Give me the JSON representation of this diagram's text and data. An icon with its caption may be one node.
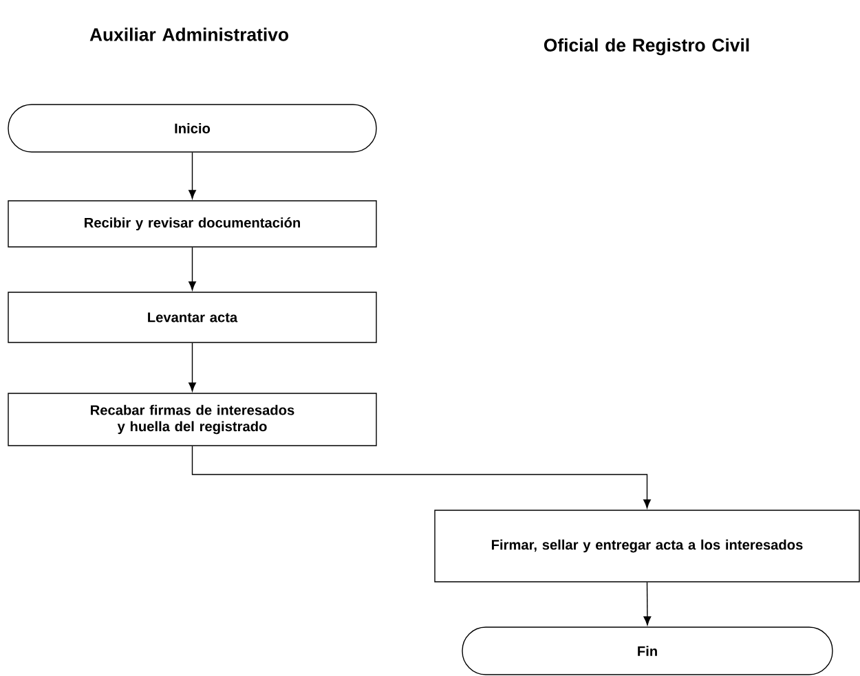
{
  "diagram": {
    "nodes": [
      {
        "text": [
          "Inicio"
        ]
      },
      {
        "text": [
          "Recibir y revisar documentación"
        ]
      },
      {
        "text": [
          "Levantar acta"
        ]
      },
      {
        "text": [
          "Recabar firmas de interesados y huella del registrado"
        ]
      },
      {
        "text": [
          "Firmar, sellar y entregar acta a los interesados"
        ]
      },
      {
        "text": [
          "Fin"
        ]
      }
    ],
    "edges": [
      {
        "from": 0,
        "to": 1,
        "arrow": "to"
      },
      {
        "from": 1,
        "to": 2,
        "arrow": "to"
      },
      {
        "from": 2,
        "to": 3,
        "arrow": "to"
      },
      {
        "from": 3,
        "to": 4,
        "arrow": "to"
      },
      {
        "from": 4,
        "to": 5,
        "arrow": "to"
      }
    ],
    "labels": [
      "Auxiliar Administrativo",
      "Oficial de Registro Civil"
    ]
  }
}
